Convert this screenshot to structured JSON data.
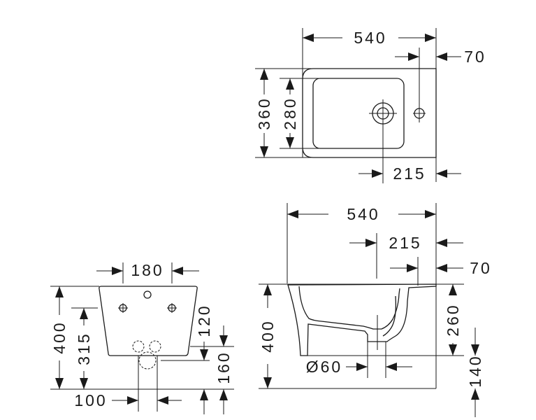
{
  "top_view": {
    "width": "540",
    "tap_offset": "70",
    "depth": "360",
    "bowl_depth": "280",
    "drain_offset": "215"
  },
  "front_view": {
    "fixing_spacing": "180",
    "height": "400",
    "fixing_height": "315",
    "dim_120": "120",
    "dim_160": "160",
    "waste_width": "100"
  },
  "side_view": {
    "width": "540",
    "drain_offset": "215",
    "tap_offset": "70",
    "height": "400",
    "rim_to_drain": "260",
    "drain_to_floor": "140",
    "drain_diameter": "Ø60"
  }
}
